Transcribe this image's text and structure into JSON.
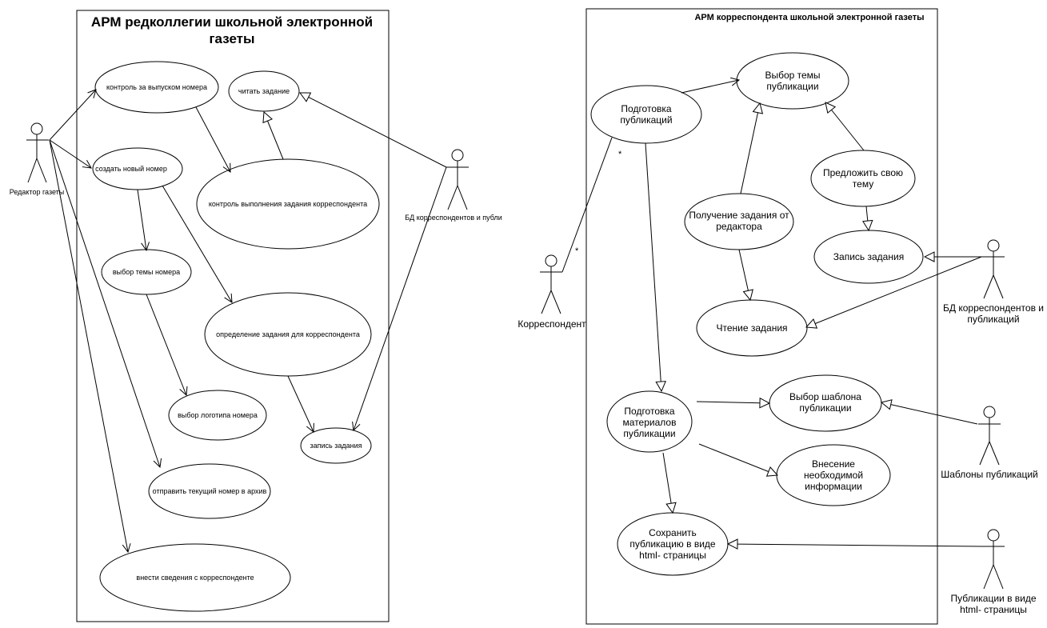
{
  "left_panel": {
    "title_lines": [
      "АРМ редколлегии школьной электронной",
      "газеты"
    ],
    "actors": {
      "editor": "Редактор газеты",
      "db": "БД корреспондентов и публи"
    },
    "use_cases": {
      "control_issue": [
        "контроль за выпуском номера"
      ],
      "read_task": [
        "читать задание"
      ],
      "create_issue": [
        "создать новый номер"
      ],
      "control_task": [
        "контроль выполнения задания корреспондента"
      ],
      "choose_theme": [
        "выбор темы номера"
      ],
      "define_task": [
        "определение задания для корреспондента"
      ],
      "choose_logo": [
        "выбор логотипа номера"
      ],
      "record_task": [
        "запись задания"
      ],
      "send_archive": [
        "отправить текущий номер в архив"
      ],
      "add_info": [
        "внести сведения с корреспонденте"
      ]
    }
  },
  "right_panel": {
    "title": "АРМ корреспондента школьной электронной газеты",
    "actors": {
      "correspondent": "Корреспондент",
      "db": [
        "БД корреспондентов и",
        "публикаций"
      ],
      "templates": "Шаблоны публикаций",
      "html_pubs": [
        "Публикации в виде",
        "html- страницы"
      ]
    },
    "use_cases": {
      "prepare_pub": [
        "Подготовка",
        "публикаций"
      ],
      "choose_topic": [
        "Выбор темы",
        "публикации"
      ],
      "propose_topic": [
        "Предложить свою",
        "тему"
      ],
      "get_task": [
        "Получение задания от",
        "редактора"
      ],
      "write_task": [
        "Запись задания"
      ],
      "read_task": [
        "Чтение задания"
      ],
      "prepare_materials": [
        "Подготовка",
        "материалов",
        "публикации"
      ],
      "choose_template": [
        "Выбор шаблона",
        "публикации"
      ],
      "enter_info": [
        "Внесение",
        "необходимой",
        "информации"
      ],
      "save_html": [
        "Сохранить",
        "публикацию в виде",
        "html- страницы"
      ]
    },
    "multiplicity": [
      "*",
      "*"
    ]
  }
}
